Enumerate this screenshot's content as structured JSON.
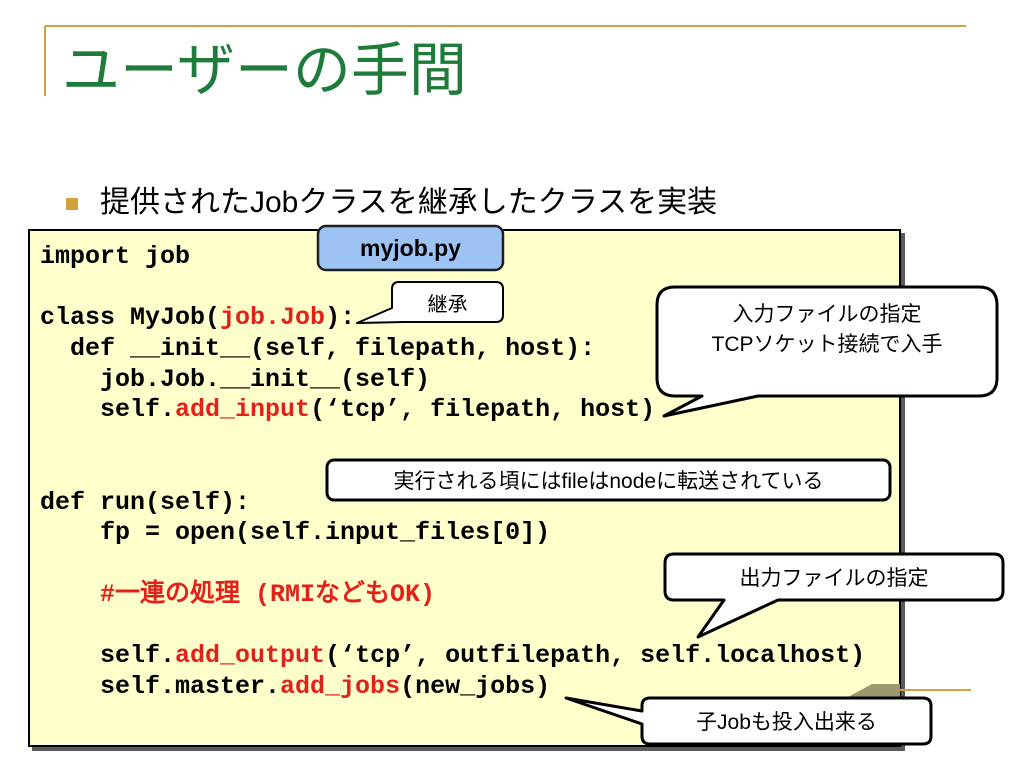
{
  "slide": {
    "title": "ユーザーの手間",
    "bullet": "提供されたJobクラスを継承したクラスを実装"
  },
  "code": {
    "filename": "myjob.py",
    "lines": [
      {
        "before": "import job"
      },
      {
        "before": "class MyJob(",
        "highlight": "job.Job",
        "after": "):"
      },
      {
        "before": "  def __init__(self, filepath, host):"
      },
      {
        "before": "    job.Job.__init__(self)"
      },
      {
        "before": "    self.",
        "highlight": "add_input",
        "after": "(‘tcp’, filepath, host)"
      },
      {
        "before": "def run(self):"
      },
      {
        "before": "    fp = open(self.input_files[0])"
      },
      {
        "highlight": "    #一連の処理 (RMIなどもOK)"
      },
      {
        "before": "    self.",
        "highlight": "add_output",
        "after": "(‘tcp’, outfilepath, self.localhost)"
      },
      {
        "before": "    self.master.",
        "highlight": "add_jobs",
        "after": "(new_jobs)"
      }
    ]
  },
  "callouts": {
    "inherit": "継承",
    "input": {
      "line1": "入力ファイルの指定",
      "line2": "TCPソケット接続で入手"
    },
    "transfer": "実行される頃にはfileはnodeに転送されている",
    "output": "出力ファイルの指定",
    "child_jobs": "子Jobも投入出来る"
  },
  "colors": {
    "accent_gold": "#D1A33F",
    "title_green": "#1E7B3A",
    "code_background": "#FFFFCC",
    "code_highlight_red": "#E3211B",
    "filename_label_blue": "#9DC3F4",
    "fold_gray": "#9C9870"
  }
}
